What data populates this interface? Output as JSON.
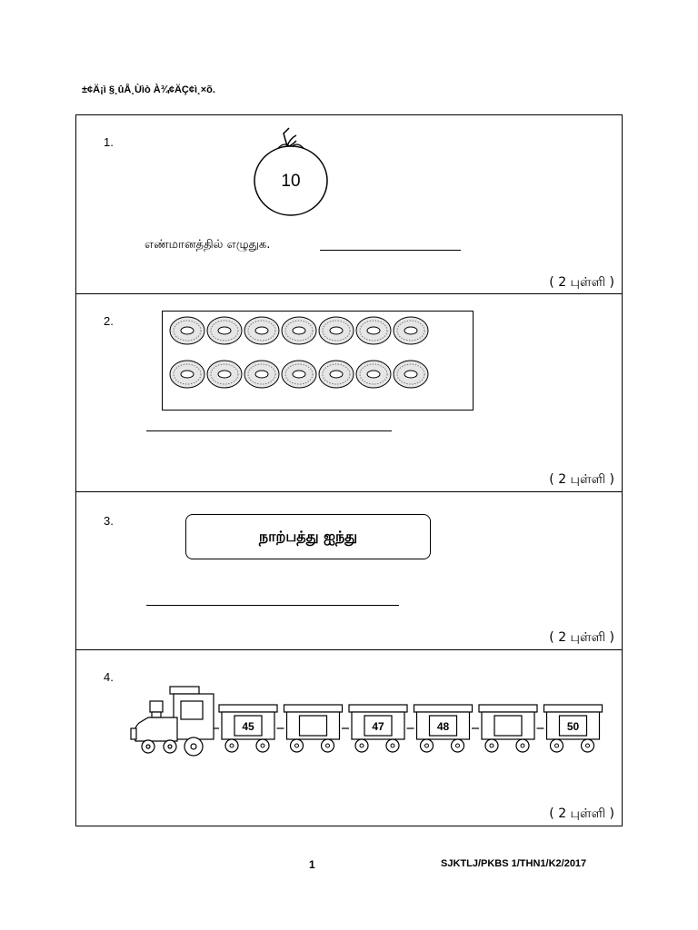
{
  "header": {
    "instruction_garbled": "±¢Ä¡ì §¸ûÅ¸Ùìò À¾¢ÄÇ¢ì¸×õ."
  },
  "q1": {
    "number": "1.",
    "fruit_number": "10",
    "instruction": "எண்மானத்தில்  எழுதுக.",
    "points": "( 2 புள்ளி )",
    "icon": "fruit-icon"
  },
  "q2": {
    "number": "2.",
    "donut_rows": 2,
    "donuts_per_row": 7,
    "points": "( 2 புள்ளி )",
    "icon": "donut-icon"
  },
  "q3": {
    "number": "3.",
    "word": "நாற்பத்து ஐந்து",
    "points": "( 2 புள்ளி )"
  },
  "q4": {
    "number": "4.",
    "wagon_numbers": [
      "45",
      "",
      "47",
      "48",
      "",
      "50"
    ],
    "points": "( 2 புள்ளி )",
    "icon": "train-icon"
  },
  "footer": {
    "page_number": "1",
    "code": "SJKTLJ/PKBS 1/THN1/K2/2017"
  }
}
